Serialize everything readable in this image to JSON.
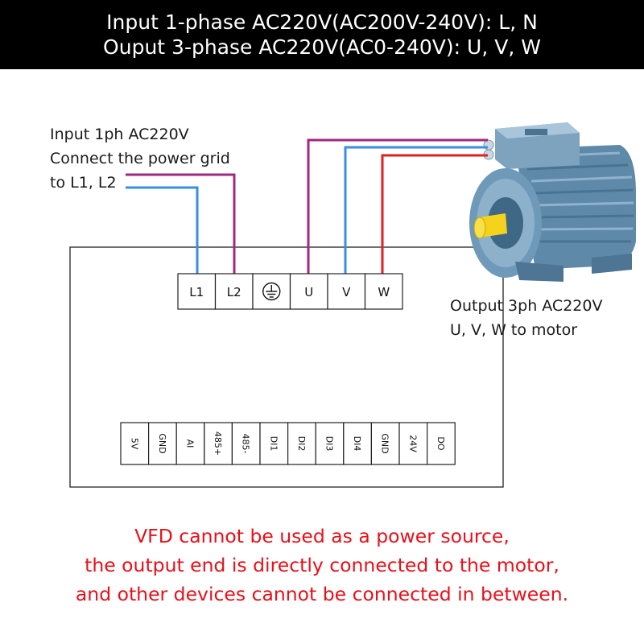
{
  "header": {
    "line1": "Input 1-phase AC220V(AC200V-240V): L, N",
    "line2": "Ouput 3-phase AC220V(AC0-240V): U, V, W"
  },
  "input_note": {
    "line1": "Input 1ph AC220V",
    "line2": "Connect the power grid",
    "line3": "to L1, L2"
  },
  "output_note": {
    "line1": "Output 3ph AC220V",
    "line2": "U, V, W to motor"
  },
  "power_terminals": [
    {
      "label": "L1"
    },
    {
      "label": "L2"
    },
    {
      "label": "",
      "icon": "ground-icon"
    },
    {
      "label": "U"
    },
    {
      "label": "V"
    },
    {
      "label": "W"
    }
  ],
  "control_terminals": [
    "5V",
    "GND",
    "AI",
    "485+",
    "485-",
    "DI1",
    "DI2",
    "DI3",
    "DI4",
    "GND",
    "24V",
    "DO"
  ],
  "warning": {
    "line1": "VFD cannot be used as a power source,",
    "line2": "the output end is directly connected to the motor,",
    "line3": "and other devices cannot be connected in between."
  },
  "motor": {
    "icon": "electric-motor-icon"
  },
  "colors": {
    "header_bg": "#000000",
    "header_text": "#ffffff",
    "warning_text": "#e8101a",
    "wire_blue": "#3a8ee6",
    "wire_purple": "#a0287e",
    "wire_red": "#e02020",
    "motor_body": "#6c95b3",
    "motor_shaft": "#f5d31c"
  }
}
